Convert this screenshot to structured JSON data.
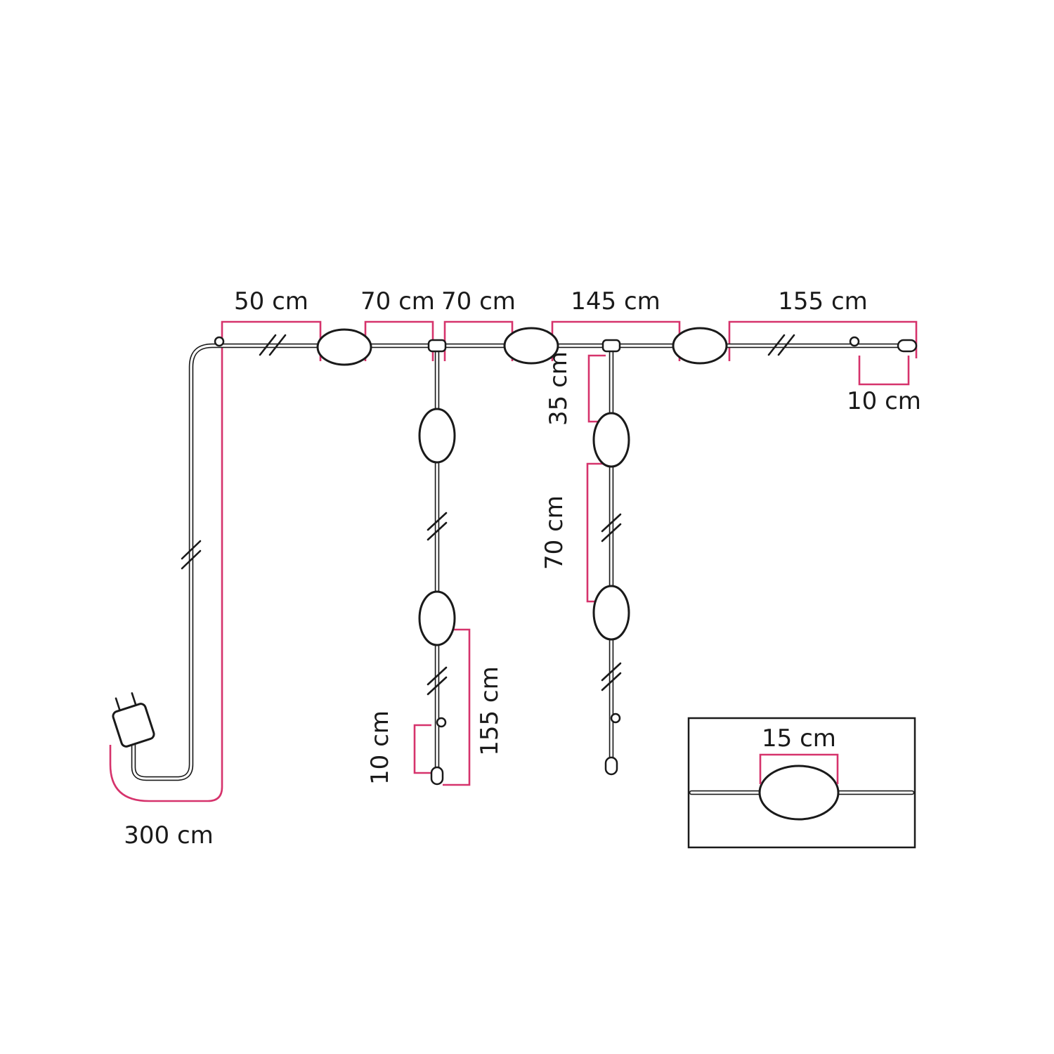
{
  "diagram": {
    "type": "string-light-cable-dimension-diagram",
    "colors": {
      "cable": "#1a1a1a",
      "dimension": "#d6336c",
      "background": "#ffffff"
    },
    "dimensions": {
      "segment_50": "50 cm",
      "segment_70_a": "70 cm",
      "segment_70_b": "70 cm",
      "segment_145": "145 cm",
      "segment_155_top": "155 cm",
      "segment_10_right_end": "10 cm",
      "drop2_35": "35 cm",
      "drop2_70": "70 cm",
      "drop1_155": "155 cm",
      "drop1_10": "10 cm",
      "lead_300": "300 cm",
      "detail_15": "15 cm"
    }
  }
}
